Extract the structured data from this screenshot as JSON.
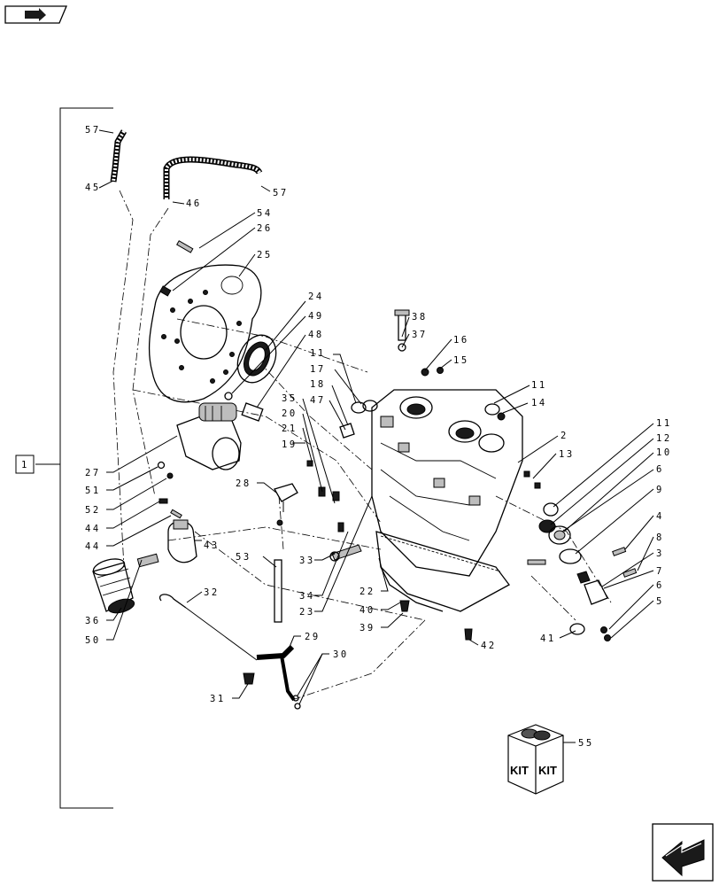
{
  "reference_box": {
    "label": "1"
  },
  "kit_label": "KIT",
  "callouts": {
    "c57a": "57",
    "c45": "45",
    "c46": "46",
    "c57b": "57",
    "c54": "54",
    "c26": "26",
    "c25": "25",
    "c24": "24",
    "c49": "49",
    "c48": "48",
    "c38": "38",
    "c37": "37",
    "c16": "16",
    "c15": "15",
    "c11a": "11",
    "c17": "17",
    "c18": "18",
    "c47": "47",
    "c35": "35",
    "c20": "20",
    "c21": "21",
    "c19": "19",
    "c11b": "11",
    "c14": "14",
    "c11c": "11",
    "c12": "12",
    "c10": "10",
    "c2": "2",
    "c13": "13",
    "c6a": "6",
    "c9": "9",
    "c4": "4",
    "c8": "8",
    "c3": "3",
    "c7": "7",
    "c6b": "6",
    "c5": "5",
    "c27": "27",
    "c51": "51",
    "c52": "52",
    "c44a": "44",
    "c44b": "44",
    "c28": "28",
    "c43": "43",
    "c53": "53",
    "c33": "33",
    "c34": "34",
    "c23": "23",
    "c22": "22",
    "c40": "40",
    "c39": "39",
    "c36": "36",
    "c50": "50",
    "c32": "32",
    "c29": "29",
    "c30": "30",
    "c31": "31",
    "c42": "42",
    "c41": "41",
    "c55": "55"
  }
}
